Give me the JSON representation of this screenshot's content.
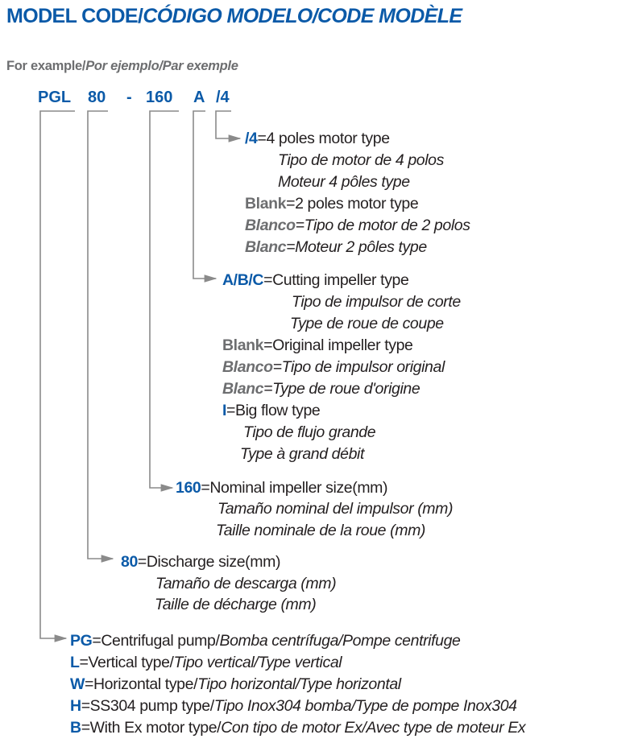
{
  "title": {
    "en": "MODEL CODE/",
    "es": "CÓDIGO MODELO/",
    "fr": "CODE MODÈLE"
  },
  "example": {
    "en": "For example/",
    "es": "Por ejemplo/",
    "fr": "Par exemple"
  },
  "code": [
    "PGL",
    "80",
    "-",
    "160",
    "A",
    "/4"
  ],
  "poles": {
    "code": "/4",
    "desc": "=4 poles motor type",
    "es": "Tipo de motor de 4 polos",
    "fr": "Moteur 4 pôles type",
    "blank": "Blank",
    "blank_desc": "=2 poles motor type",
    "blanco": "Blanco",
    "blanco_desc": "=Tipo de motor de 2 polos",
    "blanc": "Blanc",
    "blanc_desc": "=Moteur 2 pôles type"
  },
  "impeller": {
    "code": "A/B/C",
    "desc": "=Cutting impeller type",
    "es": "Tipo de impulsor de corte",
    "fr": "Type de roue de coupe",
    "blank": "Blank",
    "blank_desc": "=Original impeller type",
    "blanco": "Blanco",
    "blanco_desc": "=Tipo de impulsor original",
    "blanc": "Blanc",
    "blanc_desc": "=Type de roue d'origine",
    "i_code": "I",
    "i_desc": "=Big flow type",
    "i_es": "Tipo de flujo grande",
    "i_fr": "Type à grand débit"
  },
  "size": {
    "code": "160",
    "desc": "=Nominal impeller size(mm)",
    "es": "Tamaño nominal del impulsor (mm)",
    "fr": "Taille nominale de la roue (mm)"
  },
  "discharge": {
    "code": "80",
    "desc": "=Discharge size(mm)",
    "es": "Tamaño de descarga (mm)",
    "fr": "Taille de décharge (mm)"
  },
  "pump": [
    {
      "code": "PG",
      "desc": "=Centrifugal pump/",
      "alt": "Bomba centrífuga/Pompe centrifuge"
    },
    {
      "code": "L",
      "desc": "=Vertical type/",
      "alt": "Tipo vertical/Type vertical"
    },
    {
      "code": "W",
      "desc": "=Horizontal type/",
      "alt": "Tipo horizontal/Type horizontal"
    },
    {
      "code": "H",
      "desc": "=SS304 pump type/",
      "alt": "Tipo Inox304 bomba/Type de pompe Inox304"
    },
    {
      "code": "B",
      "desc": "=With Ex motor type/",
      "alt": "Con tipo de motor Ex/Avec type de moteur Ex"
    }
  ]
}
